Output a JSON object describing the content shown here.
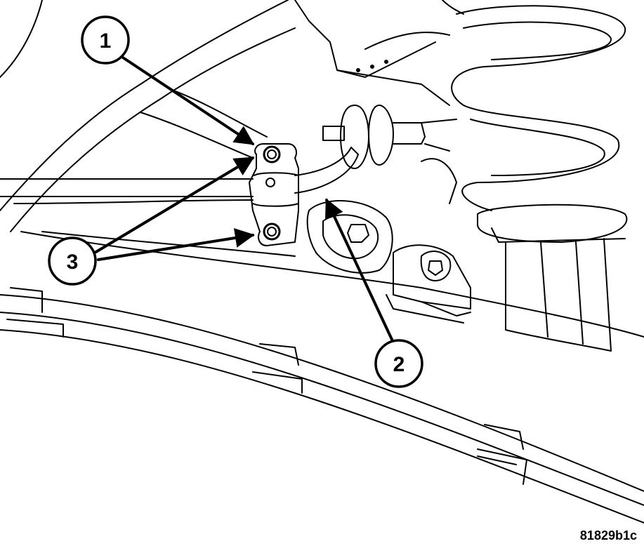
{
  "diagram": {
    "figure_id": "81829b1c",
    "callouts": [
      {
        "id": "1",
        "label": "1"
      },
      {
        "id": "2",
        "label": "2"
      },
      {
        "id": "3",
        "label": "3"
      }
    ]
  },
  "colors": {
    "line": "#000000",
    "background": "#ffffff",
    "callout_fill": "#ffffff"
  }
}
